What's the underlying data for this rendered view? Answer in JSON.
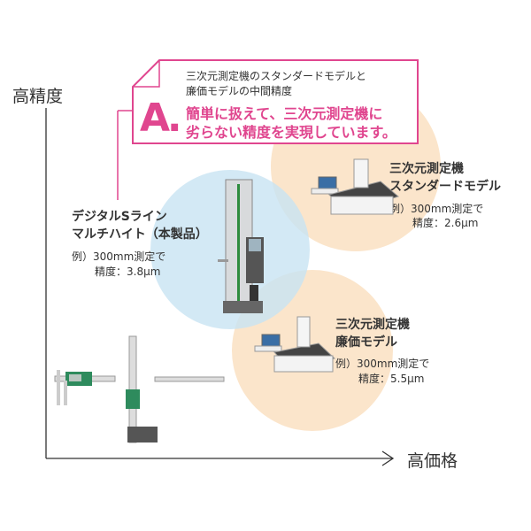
{
  "axes": {
    "y_label": "高精度",
    "x_label": "高価格"
  },
  "callout": {
    "line1": "三次元測定機のスタンダードモデルと",
    "line2": "廉価モデルの中間精度",
    "letter": "A.",
    "headline1": "簡単に扱えて、三次元測定機に",
    "headline2": "劣らない精度を実現しています。"
  },
  "products": [
    {
      "name1": "デジタルSライン",
      "name2": "マルチハイト（本製品）",
      "example": "例）300mm測定で",
      "accuracy": "精度：3.8µm"
    },
    {
      "name1": "三次元測定機",
      "name2": "スタンダードモデル",
      "example": "例）300mm測定で",
      "accuracy": "精度：2.6µm"
    },
    {
      "name1": "三次元測定機",
      "name2": "廉価モデル",
      "example": "例）300mm測定で",
      "accuracy": "精度：5.5µm"
    }
  ],
  "colors": {
    "pink": "#e0468f",
    "blue_circle": "#d6ebf5",
    "orange_circle": "#fbe5cb"
  }
}
